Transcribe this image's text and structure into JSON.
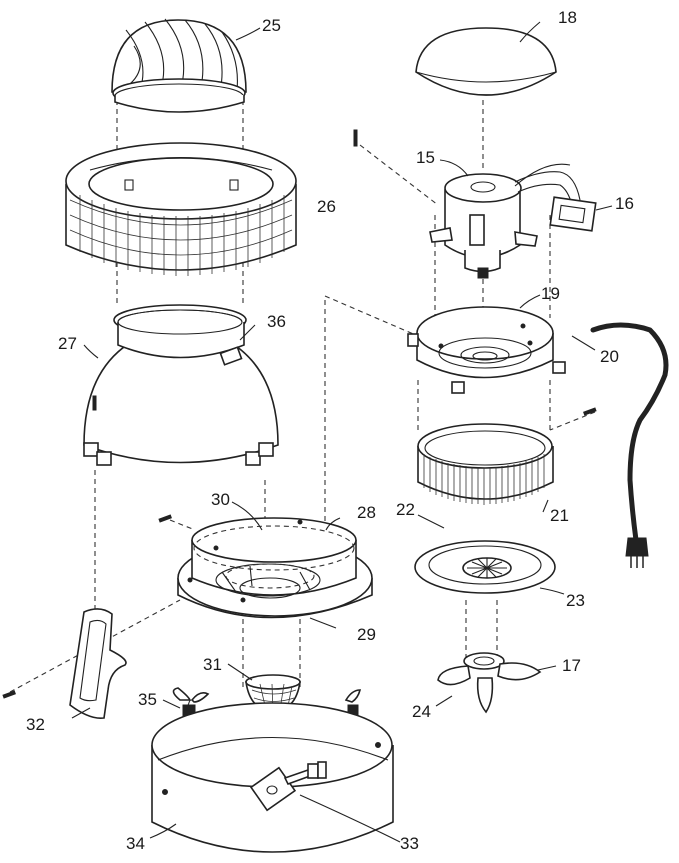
{
  "labels": {
    "p15": "15",
    "p16": "16",
    "p17": "17",
    "p18": "18",
    "p19": "19",
    "p20": "20",
    "p21": "21",
    "p22": "22",
    "p23": "23",
    "p24": "24",
    "p25": "25",
    "p26": "26",
    "p27": "27",
    "p28": "28",
    "p29": "29",
    "p30": "30",
    "p31": "31",
    "p32": "32",
    "p33": "33",
    "p34": "34",
    "p35": "35",
    "p36": "36"
  },
  "colors": {
    "ink": "#222222",
    "background": "#ffffff"
  }
}
